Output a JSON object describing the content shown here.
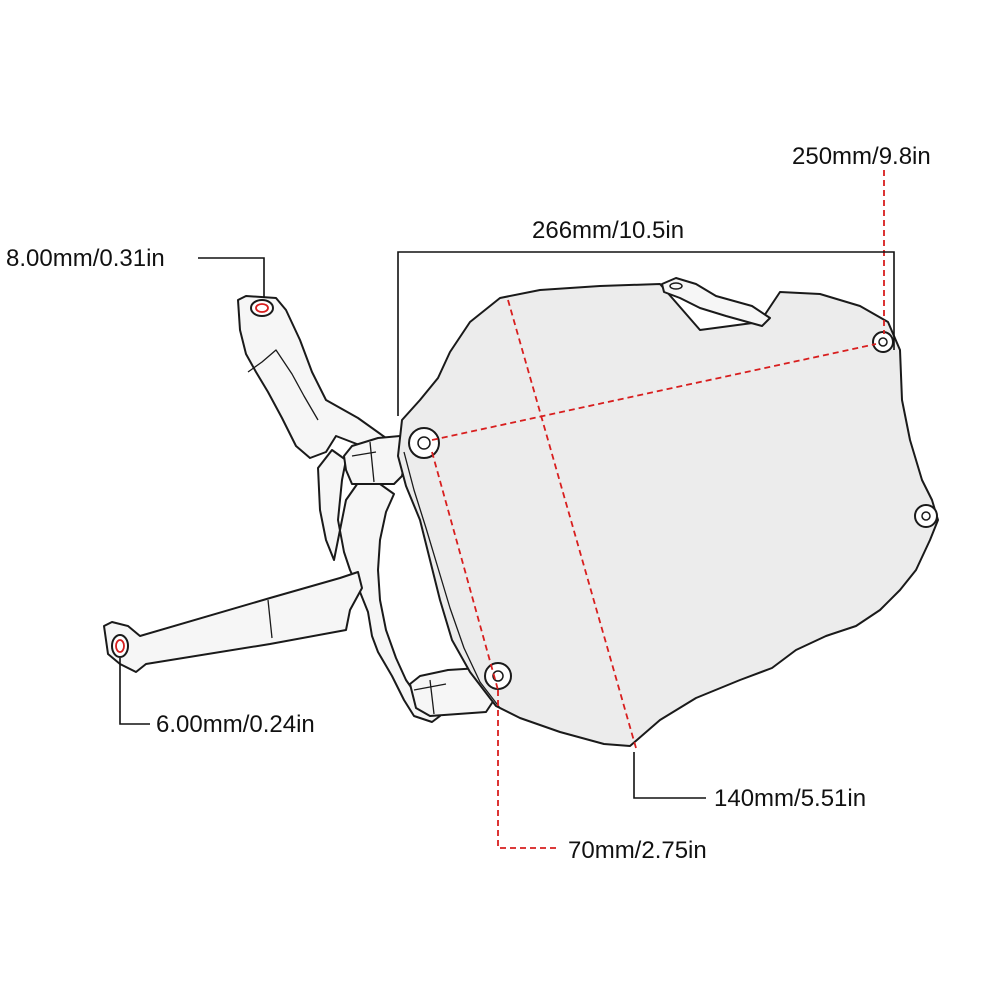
{
  "dimensions": {
    "mount_width": "250mm/9.8in",
    "overall_width": "266mm/10.5in",
    "top_hole": "8.00mm/0.31in",
    "bottom_hole": "6.00mm/0.24in",
    "height": "140mm/5.51in",
    "bracket_depth": "70mm/2.75in"
  },
  "colors": {
    "dimension_line": "#d81e1e",
    "outline": "#1a1a1a",
    "background": "#ffffff"
  }
}
